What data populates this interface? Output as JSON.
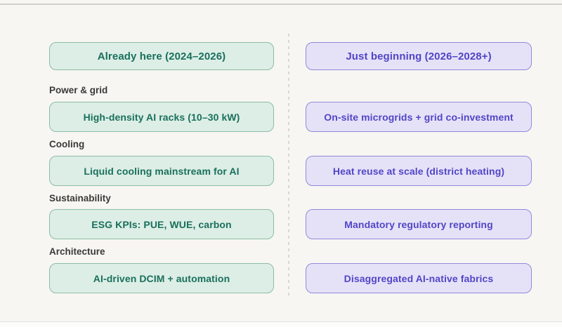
{
  "page": {
    "background": "#f7f6f2",
    "top_line_color": "#d2d0cc",
    "divider_color": "#d8d7d3"
  },
  "categories": [
    "Power & grid",
    "Cooling",
    "Sustainability",
    "Architecture"
  ],
  "columns": [
    {
      "id": "already-here",
      "header": "Already here (2024–2026)",
      "theme": {
        "bg": "#ddeee6",
        "border": "#8cbda5",
        "text": "#19705c"
      },
      "items": [
        "High-density AI racks (10–30 kW)",
        "Liquid cooling mainstream for AI",
        "ESG KPIs: PUE, WUE, carbon",
        "AI-driven DCIM + automation"
      ]
    },
    {
      "id": "just-beginning",
      "header": "Just beginning (2026–2028+)",
      "theme": {
        "bg": "#e5e2f8",
        "border": "#9189dc",
        "text": "#5245c6"
      },
      "items": [
        "On-site microgrids + grid co-investment",
        "Heat reuse at scale (district heating)",
        "Mandatory regulatory reporting",
        "Disaggregated AI-native fabrics"
      ]
    }
  ]
}
